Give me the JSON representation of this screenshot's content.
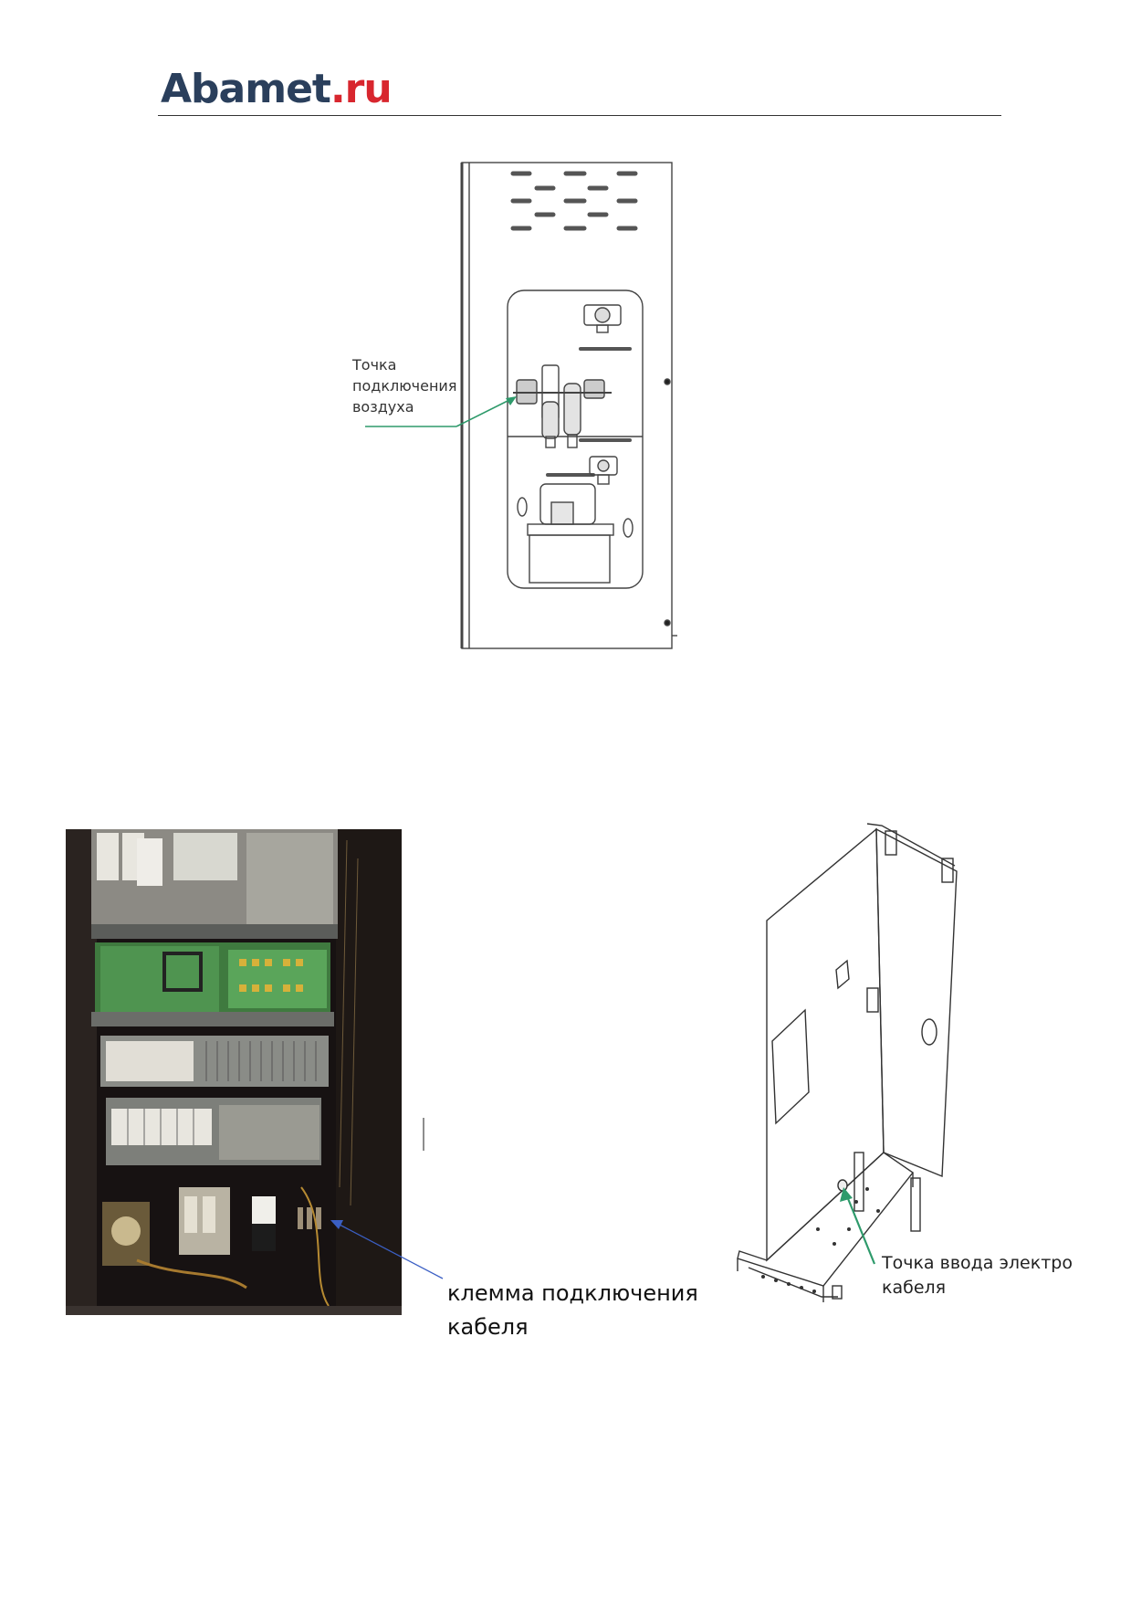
{
  "header": {
    "logo_name": "Abamet",
    "logo_tld": ".ru"
  },
  "callouts": {
    "air_connection": [
      "Точка",
      "подключения",
      "воздуха"
    ],
    "cable_terminal": [
      "клемма подключения",
      "кабеля"
    ],
    "power_cable_entry": [
      "Точка ввода электро",
      "кабеля"
    ]
  },
  "colors": {
    "logo_primary": "#2a3f5c",
    "logo_accent": "#d8262e",
    "arrow_green": "#2e9a6b",
    "arrow_blue": "#3b5fc4"
  }
}
